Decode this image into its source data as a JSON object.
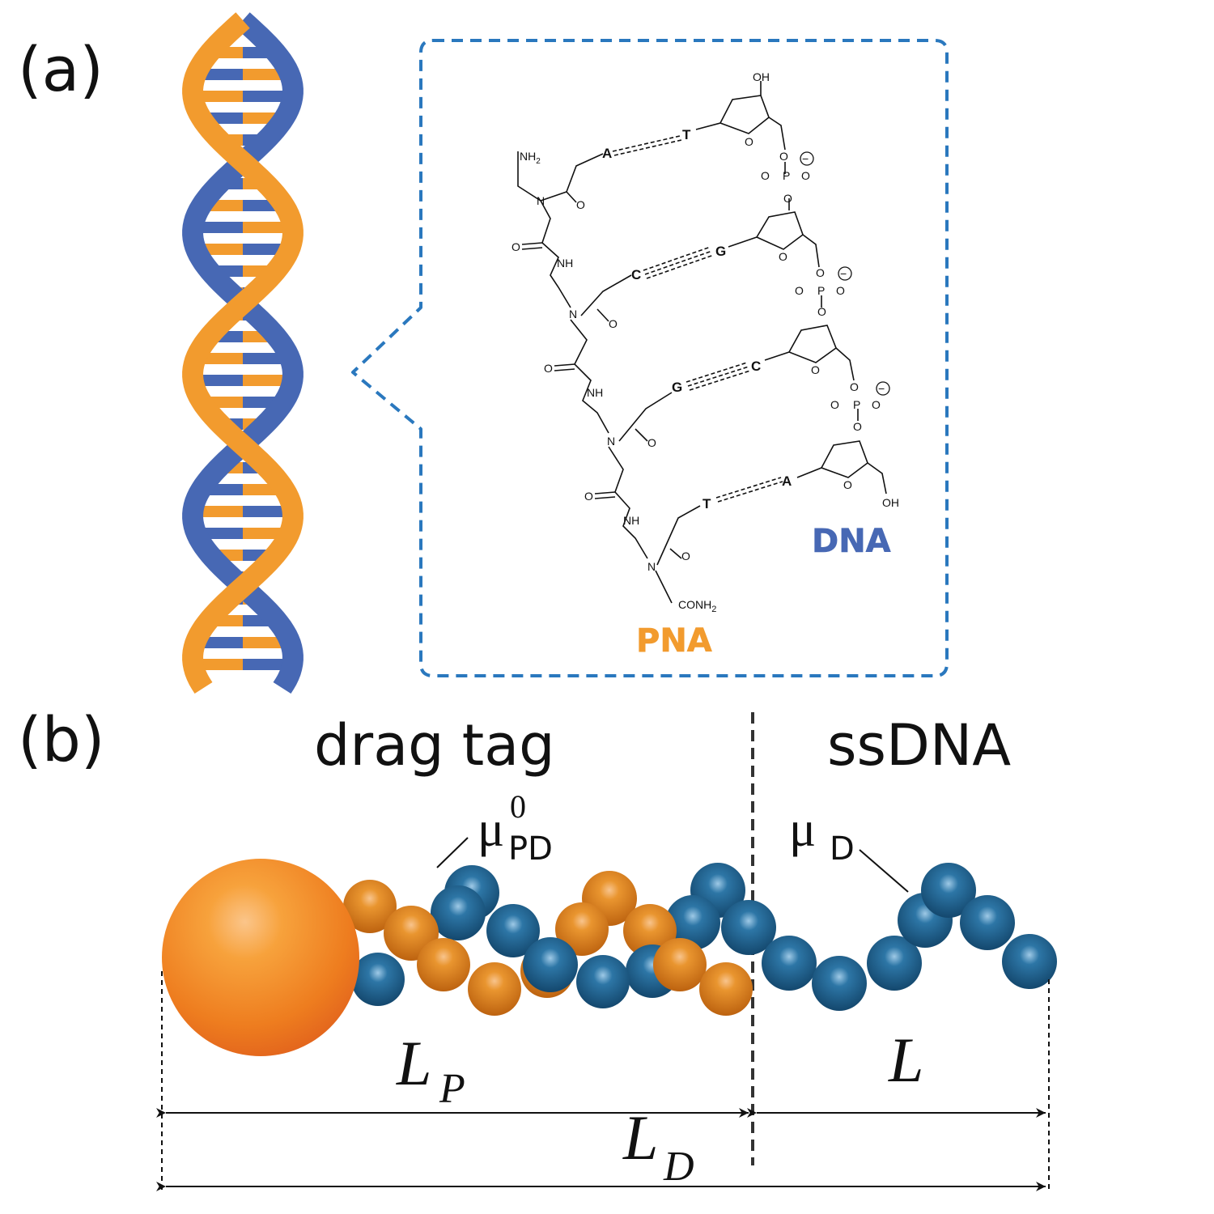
{
  "panel_a": {
    "label": "(a)",
    "pna_label": "PNA",
    "dna_label": "DNA",
    "pna_color": "#f29b2e",
    "dna_color": "#4768b4",
    "box_color": "#2a78be",
    "chemistry": {
      "oh_top": "OH",
      "nh2": "NH",
      "nh2_sub": "2",
      "nh": "NH",
      "n": "N",
      "o": "O",
      "p": "P",
      "oh_bottom": "OH",
      "conh2": "CONH",
      "conh2_sub": "2",
      "minus": "−",
      "pairs": [
        {
          "pna": "A",
          "dna": "T"
        },
        {
          "pna": "C",
          "dna": "G"
        },
        {
          "pna": "G",
          "dna": "C"
        },
        {
          "pna": "T",
          "dna": "A"
        }
      ]
    }
  },
  "panel_b": {
    "label": "(b)",
    "drag_tag_label": "drag tag",
    "ssdna_label": "ssDNA",
    "mu_pd_symbol": "μ",
    "mu_pd_sup": "0",
    "mu_pd_sub": "PD",
    "mu_d_symbol": "μ",
    "mu_d_sub": "D",
    "lp_symbol": "L",
    "lp_sub": "P",
    "l_symbol": "L",
    "ld_symbol": "L",
    "ld_sub": "D",
    "orange_color": "#e07a1c",
    "blue_color": "#1b5a85"
  }
}
